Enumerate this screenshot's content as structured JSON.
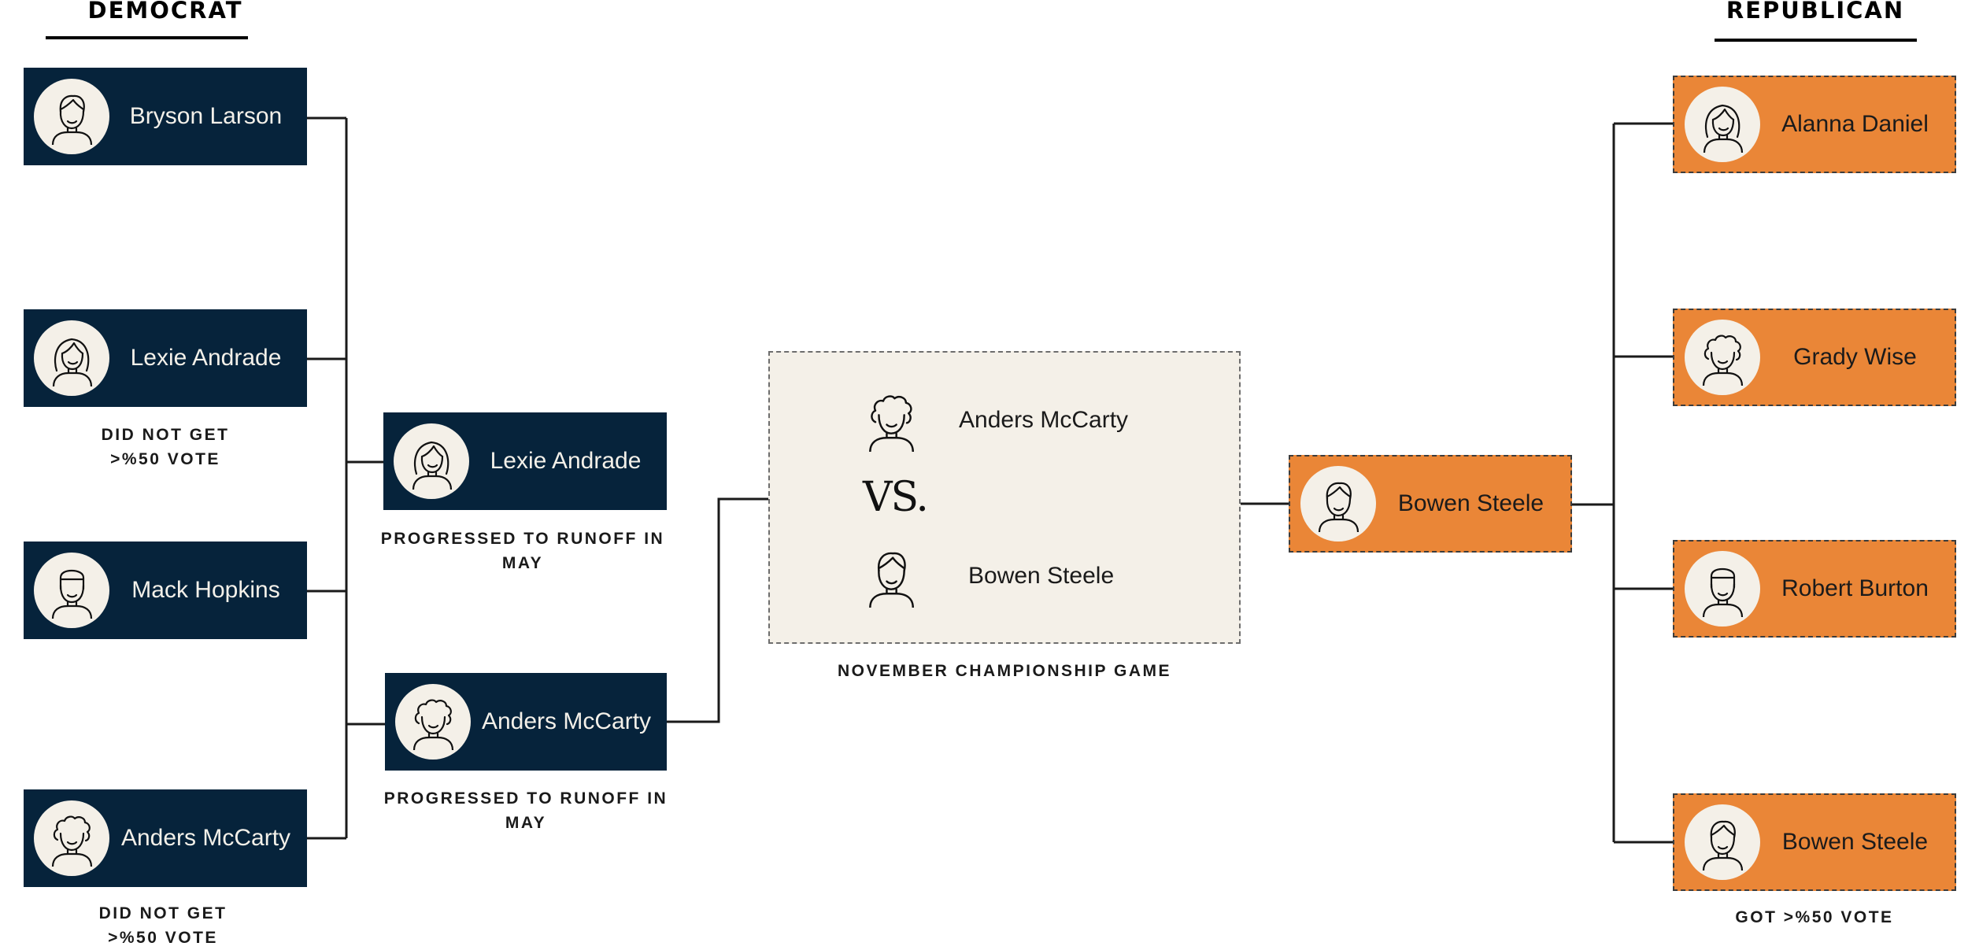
{
  "democrat": {
    "title": "DEMOCRAT",
    "candidates": [
      {
        "name": "Bryson Larson",
        "avatar": "short-hair-man-icon"
      },
      {
        "name": "Lexie Andrade",
        "avatar": "long-hair-woman-icon"
      },
      {
        "name": "Mack Hopkins",
        "avatar": "flat-hair-man-icon"
      },
      {
        "name": "Anders McCarty",
        "avatar": "curly-hair-person-icon"
      }
    ],
    "notes": {
      "lexie": "DID NOT GET >%50 VOTE",
      "anders": "DID NOT GET >%50 VOTE"
    },
    "runoff": [
      {
        "name": "Lexie Andrade",
        "avatar": "long-hair-woman-icon",
        "note": "PROGRESSED TO RUNOFF IN MAY"
      },
      {
        "name": "Anders McCarty",
        "avatar": "curly-hair-person-icon",
        "note": "PROGRESSED TO RUNOFF IN MAY"
      }
    ]
  },
  "championship": {
    "top": {
      "name": "Anders McCarty",
      "avatar": "curly-hair-person-icon"
    },
    "vs": "VS.",
    "bottom": {
      "name": "Bowen Steele",
      "avatar": "short-hair-man-icon"
    },
    "caption": "NOVEMBER CHAMPIONSHIP GAME"
  },
  "republican": {
    "title": "REPUBLICAN",
    "candidates": [
      {
        "name": "Alanna Daniel",
        "avatar": "long-hair-woman-icon"
      },
      {
        "name": "Grady Wise",
        "avatar": "curly-hair-person-icon"
      },
      {
        "name": "Robert Burton",
        "avatar": "flat-hair-man-icon"
      },
      {
        "name": "Bowen Steele",
        "avatar": "short-hair-man-icon"
      }
    ],
    "note": "GOT >%50 VOTE",
    "winner": {
      "name": "Bowen Steele",
      "avatar": "short-hair-man-icon"
    }
  },
  "colors": {
    "democrat": "#06233b",
    "republican": "#ea8637",
    "avatar_bg": "#f4f0e8",
    "championship_bg": "#f4f0e8"
  }
}
